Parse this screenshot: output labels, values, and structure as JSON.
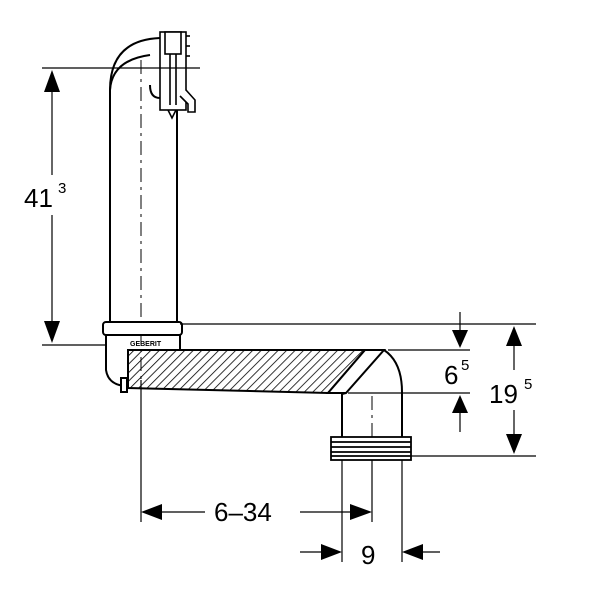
{
  "brand": {
    "logo_text": "GEBERIT"
  },
  "dimensions": {
    "vertical_height": {
      "base": "41",
      "sup": "3"
    },
    "offset_small": {
      "base": "6",
      "sup": "5"
    },
    "offset_total": {
      "base": "19",
      "sup": "5"
    },
    "horizontal_range": "6–34",
    "outlet_width": "9"
  }
}
